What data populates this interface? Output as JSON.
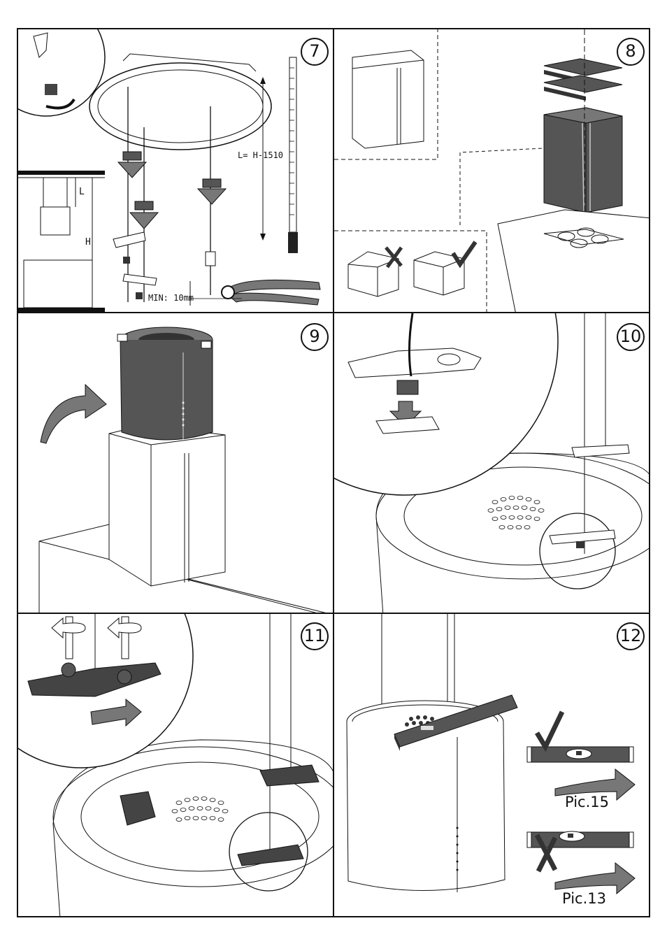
{
  "panels": [
    {
      "number": "7",
      "labels": {
        "length_formula": "L= H-1510",
        "min_gap": "MIN: 10mm",
        "L": "L",
        "H": "H"
      }
    },
    {
      "number": "8"
    },
    {
      "number": "9"
    },
    {
      "number": "10"
    },
    {
      "number": "11"
    },
    {
      "number": "12",
      "labels": {
        "pic_good": "Pic.15",
        "pic_bad": "Pic.13"
      }
    }
  ],
  "colors": {
    "line": "#111111",
    "dark_fill": "#555555",
    "mid_fill": "#777777",
    "paper": "#ffffff"
  },
  "icons": [
    "check-mark-icon",
    "cross-mark-icon",
    "arrow-right-icon",
    "rotate-arrow-icon",
    "spirit-level-icon",
    "box-icon"
  ]
}
